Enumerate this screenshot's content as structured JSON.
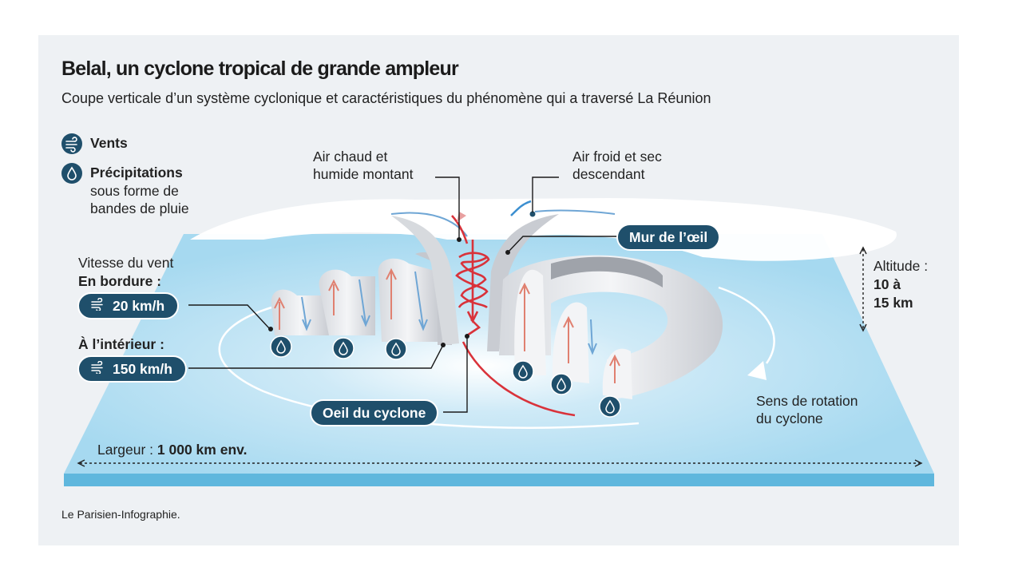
{
  "title": "Belal, un cyclone tropical de grande ampleur",
  "subtitle": "Coupe verticale d’un système cyclonique et caractéristiques du phénomène qui a traversé La Réunion",
  "legend": {
    "winds": "Vents",
    "precip_title": "Précipitations",
    "precip_line2": "sous forme de",
    "precip_line3": "bandes de pluie"
  },
  "labels": {
    "warm_air_1": "Air chaud et",
    "warm_air_2": "humide montant",
    "cold_air_1": "Air froid et sec",
    "cold_air_2": "descendant",
    "eyewall": "Mur de l’œil",
    "eye": "Oeil du cyclone",
    "altitude_1": "Altitude :",
    "altitude_2": "10 à",
    "altitude_3": "15 km",
    "rotation_1": "Sens de rotation",
    "rotation_2": "du cyclone",
    "width_prefix": "Largeur : ",
    "width_value": "1 000 km env."
  },
  "wind_speed": {
    "heading": "Vitesse du vent",
    "edge_label": "En bordure :",
    "edge_value": "20 km/h",
    "inner_label": "À l’intérieur :",
    "inner_value": "150 km/h"
  },
  "credit": "Le Parisien-Infographie.",
  "colors": {
    "navy": "#1f4f6b",
    "water": "#a9dcf2",
    "warm": "#d9323a",
    "cold": "#3c8fd0",
    "cloud": "#e4e6ea"
  },
  "icons": [
    "wind-icon",
    "raindrop-icon",
    "altitude-arrow-icon",
    "width-arrow-icon",
    "rotation-arrow-icon"
  ]
}
